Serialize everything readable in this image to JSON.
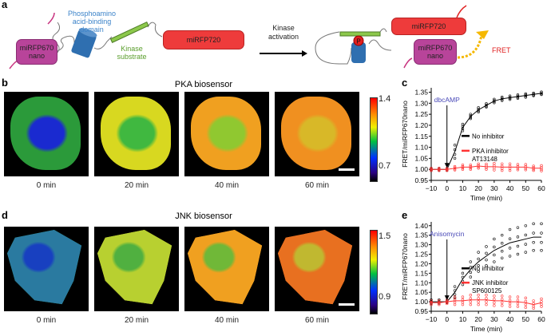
{
  "panel_a": {
    "label": "a",
    "donor": "miRFP670\nnano",
    "donor_l1": "miRFP670",
    "donor_l2": "nano",
    "domain_l1": "Phosphoamino",
    "domain_l2": "acid-binding",
    "domain_l3": "domain",
    "substrate_l1": "Kinase",
    "substrate_l2": "substrate",
    "acceptor": "miRFP720",
    "arrow_l1": "Kinase",
    "arrow_l2": "activation",
    "phospho": "P",
    "fret": "FRET",
    "colors": {
      "donor": "#b8449a",
      "acceptor": "#ee3b3b",
      "domain": "#2f6fb0",
      "substrate": "#8cc84b",
      "fret": "#f5b800",
      "domain_text": "#3b83c9",
      "substrate_text": "#5a9e2c"
    }
  },
  "panel_b": {
    "label": "b",
    "title": "PKA biosensor",
    "times": [
      "0 min",
      "20 min",
      "40 min",
      "60 min"
    ],
    "colorbar": {
      "max": "1.4",
      "min": "0.7"
    }
  },
  "panel_d": {
    "label": "d",
    "title": "JNK biosensor",
    "times": [
      "0 min",
      "20 min",
      "40 min",
      "60 min"
    ],
    "colorbar": {
      "max": "1.5",
      "min": "0.9"
    }
  },
  "chart_data": [
    {
      "panel": "c",
      "type": "line",
      "xlabel": "Time (min)",
      "ylabel": "FRET/miRFP670nano",
      "xlim": [
        -10,
        60
      ],
      "ylim": [
        0.95,
        1.37
      ],
      "xticks": [
        -10,
        0,
        10,
        20,
        30,
        40,
        50,
        60
      ],
      "yticks": [
        0.95,
        1.0,
        1.05,
        1.1,
        1.15,
        1.2,
        1.25,
        1.3,
        1.35
      ],
      "annotation": "dbcAMP",
      "annotation_x": 0,
      "legend": "right",
      "x": [
        -10,
        -5,
        0,
        5,
        10,
        15,
        20,
        25,
        30,
        35,
        40,
        45,
        50,
        55,
        60
      ],
      "series": [
        {
          "name": "No inhibitor",
          "color": "#000000",
          "values": [
            1.0,
            1.0,
            1.0,
            1.08,
            1.19,
            1.24,
            1.27,
            1.29,
            1.31,
            1.32,
            1.325,
            1.33,
            1.335,
            1.34,
            1.345
          ],
          "spread": [
            0.005,
            0.005,
            0.005,
            0.03,
            0.015,
            0.01,
            0.01,
            0.008,
            0.008,
            0.008,
            0.008,
            0.008,
            0.008,
            0.006,
            0.006
          ]
        },
        {
          "name": "PKA inhibitor",
          "name2": "AT13148",
          "color": "#ff3333",
          "values": [
            1.0,
            1.0,
            1.0,
            1.005,
            1.01,
            1.01,
            1.015,
            1.012,
            1.012,
            1.01,
            1.01,
            1.01,
            1.01,
            1.005,
            1.005
          ],
          "spread": [
            0.005,
            0.005,
            0.005,
            0.008,
            0.01,
            0.01,
            0.01,
            0.012,
            0.015,
            0.015,
            0.015,
            0.012,
            0.012,
            0.01,
            0.012
          ]
        }
      ]
    },
    {
      "panel": "e",
      "type": "line",
      "xlabel": "Time (min)",
      "ylabel": "FRET/miRFP670nano",
      "xlim": [
        -10,
        60
      ],
      "ylim": [
        0.95,
        1.42
      ],
      "xticks": [
        -10,
        0,
        10,
        20,
        30,
        40,
        50,
        60
      ],
      "yticks": [
        0.95,
        1.0,
        1.05,
        1.1,
        1.15,
        1.2,
        1.25,
        1.3,
        1.35,
        1.4
      ],
      "annotation": "Anisomycin",
      "annotation_x": 0,
      "legend": "right",
      "x": [
        -10,
        -5,
        0,
        5,
        10,
        15,
        20,
        25,
        30,
        35,
        40,
        45,
        50,
        55,
        60
      ],
      "series": [
        {
          "name": "No inhibitor",
          "color": "#000000",
          "values": [
            1.0,
            1.0,
            1.0,
            1.05,
            1.12,
            1.17,
            1.21,
            1.24,
            1.27,
            1.29,
            1.31,
            1.32,
            1.33,
            1.34,
            1.34
          ],
          "spread": [
            0.01,
            0.01,
            0.005,
            0.03,
            0.03,
            0.04,
            0.05,
            0.05,
            0.06,
            0.06,
            0.07,
            0.07,
            0.07,
            0.07,
            0.07
          ]
        },
        {
          "name": "JNK inhibitor",
          "name2": "SP600125",
          "color": "#ff3333",
          "values": [
            0.995,
            0.995,
            1.0,
            1.005,
            1.005,
            1.01,
            1.01,
            1.01,
            1.005,
            1.005,
            1.0,
            1.0,
            0.995,
            0.985,
            0.995
          ],
          "spread": [
            0.01,
            0.01,
            0.01,
            0.02,
            0.02,
            0.025,
            0.025,
            0.025,
            0.025,
            0.025,
            0.025,
            0.025,
            0.025,
            0.02,
            0.02
          ]
        }
      ]
    }
  ]
}
